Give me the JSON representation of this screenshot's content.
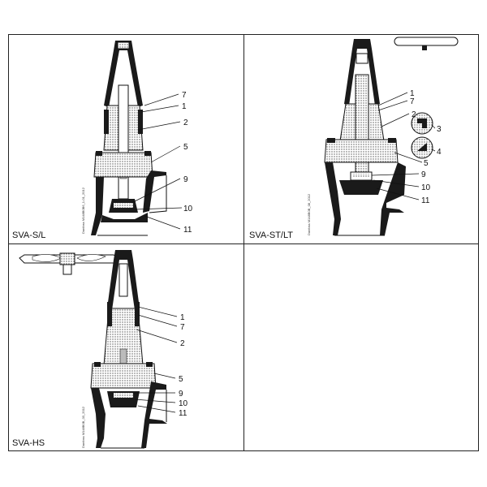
{
  "panels": [
    {
      "caption": "SVA-S/L",
      "callouts": [
        "7",
        "1",
        "2",
        "5",
        "9",
        "10",
        "11"
      ],
      "drawing_note": "Danfoss M148B0B6_1-01_2012"
    },
    {
      "caption": "SVA-ST/LT",
      "callouts": [
        "1",
        "7",
        "2",
        "3",
        "4",
        "5",
        "9",
        "10",
        "11"
      ],
      "drawing_note": "Danfoss M148B0B_08_2012"
    },
    {
      "caption": "SVA-HS",
      "callouts": [
        "1",
        "7",
        "2",
        "5",
        "9",
        "10",
        "11"
      ],
      "drawing_note": "Danfoss M148B0B_03_2012"
    }
  ],
  "colors": {
    "line": "#111111",
    "fill": "#1a1a1a",
    "stipple": "#9a9a9a"
  }
}
